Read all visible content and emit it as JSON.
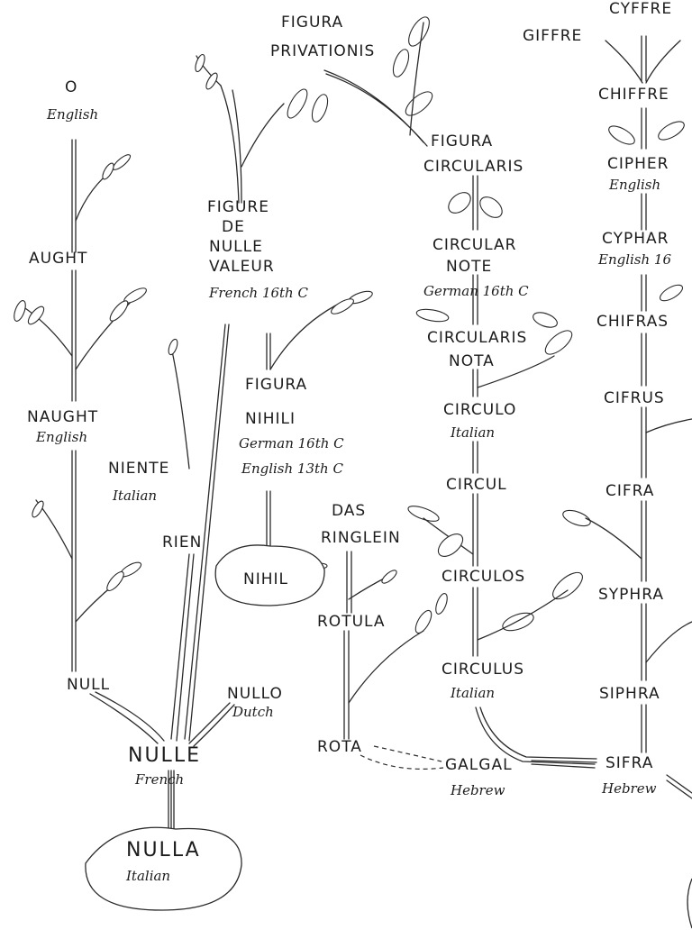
{
  "labels": {
    "o": "O",
    "english_top": "English",
    "aught": "AUGHT",
    "naught": "NAUGHT",
    "naught_lang": "English",
    "niente": "NIENTE",
    "niente_lang": "Italian",
    "rien": "RIEN",
    "null": "NULL",
    "nullo": "NULLO",
    "nullo_lang": "Dutch",
    "nulle": "NULLE",
    "nulle_lang": "French",
    "nulla": "NULLA",
    "nulla_lang": "Italian",
    "figura_privationis_1": "FIGURA",
    "figura_privationis_2": "PRIVATIONIS",
    "figure_de_1": "FIGURE",
    "figure_de_2": "DE",
    "figure_de_3": "NULLE",
    "figure_de_4": "VALEUR",
    "figure_de_lang": "French 16th C",
    "figura": "FIGURA",
    "nihili": "NIHILI",
    "nihili_lang1": "German 16th C",
    "nihili_lang2": "English 13th C",
    "nihil": "NIHIL",
    "das": "DAS",
    "ringlein": "RINGLEIN",
    "rotula": "ROTULA",
    "rota": "ROTA",
    "figura_circ_1": "FIGURA",
    "figura_circ_2": "CIRCULARIS",
    "circular_note_1": "CIRCULAR",
    "circular_note_2": "NOTE",
    "circular_note_lang": "German 16th C",
    "circularis_nota_1": "CIRCULARIS",
    "circularis_nota_2": "NOTA",
    "circulo": "CIRCULO",
    "circulo_lang": "Italian",
    "circul": "CIRCUL",
    "circulos": "CIRCULOS",
    "circulus": "CIRCULUS",
    "circulus_lang": "Italian",
    "galgal": "GALGAL",
    "galgal_lang": "Hebrew",
    "giffre": "GIFFRE",
    "cyffre": "CYFFRE",
    "chiffre": "CHIFFRE",
    "cipher": "CIPHER",
    "cipher_lang": "English",
    "cyphar": "CYPHAR",
    "cyphar_lang": "English 16",
    "chifras": "CHIFRAS",
    "cifrus": "CIFRUS",
    "cifra": "CIFRA",
    "syphra": "SYPHRA",
    "siphra": "SIPHRA",
    "sifra": "SIFRA",
    "sifra_lang": "Hebrew"
  }
}
